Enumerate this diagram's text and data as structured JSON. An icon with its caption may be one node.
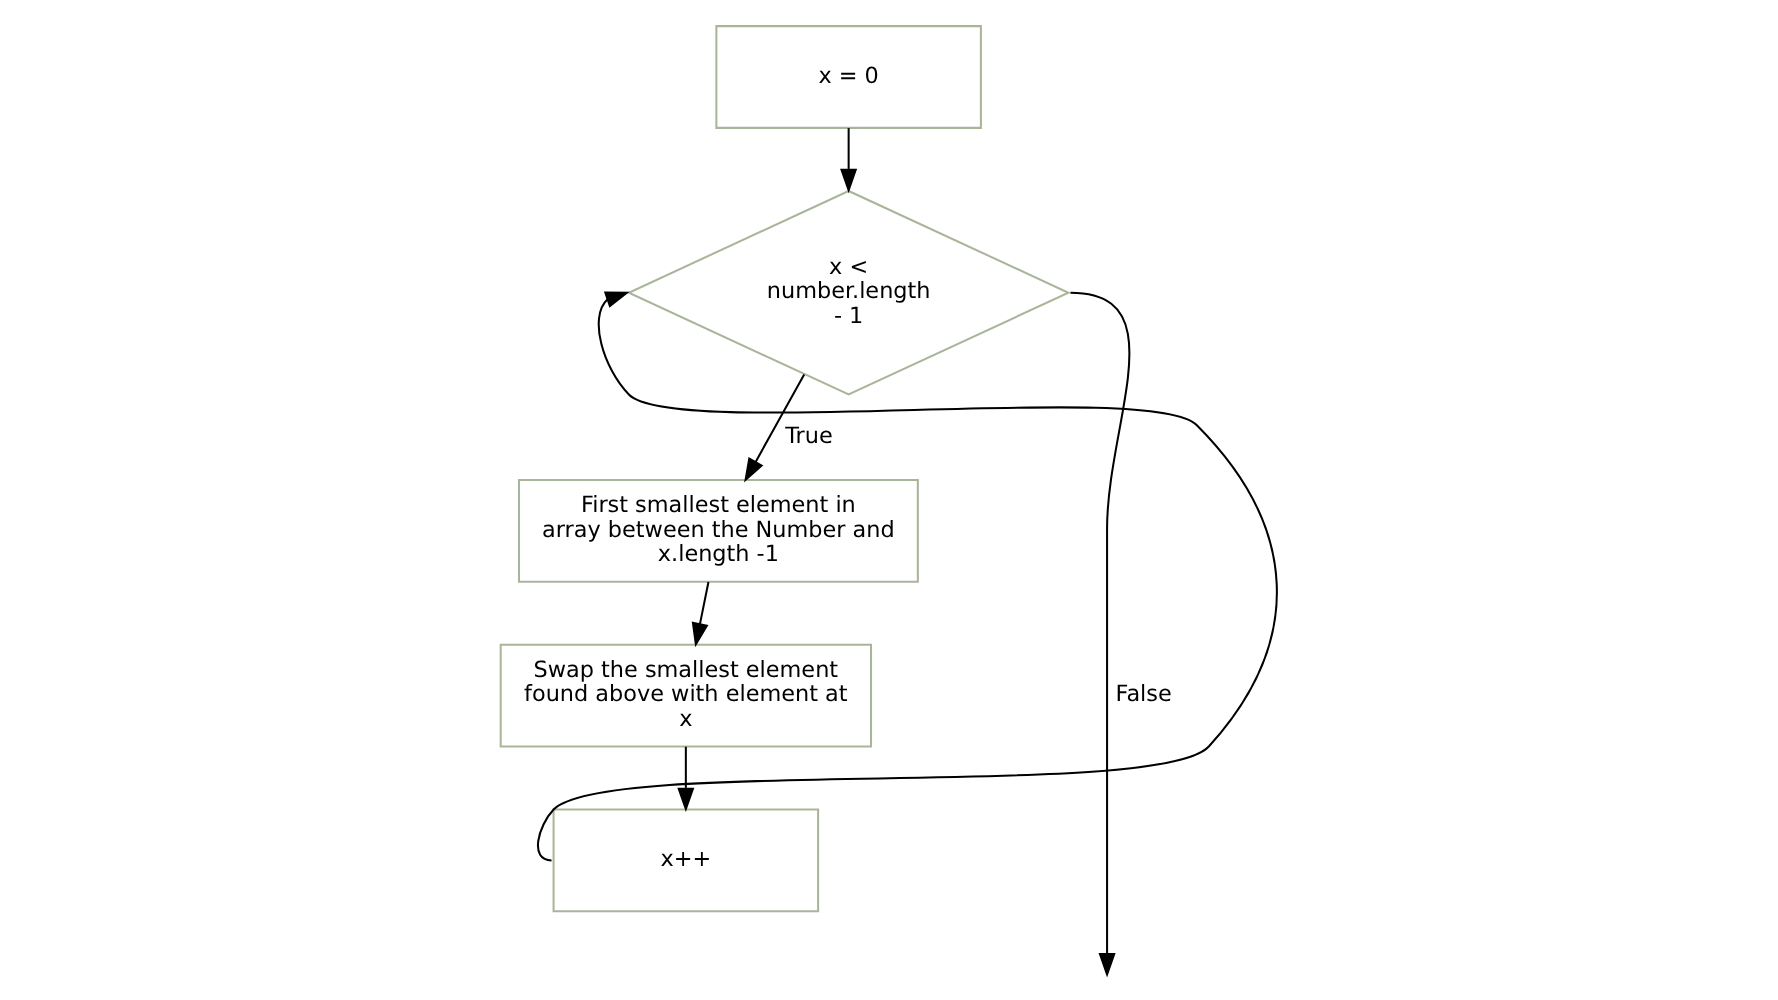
{
  "diagram": {
    "nodes": [
      {
        "text": [
          "x = 0"
        ]
      },
      {
        "text": [
          "x < number.length - 1"
        ]
      },
      {
        "text": [
          "First smallest element in array between the Number and x.length -1"
        ]
      },
      {
        "text": [
          "Swap the smallest element found above with element at x"
        ]
      },
      {
        "text": [
          "x++"
        ]
      }
    ],
    "edges": [
      {
        "from": 0,
        "to": 1,
        "arrow": "to"
      },
      {
        "from": 1,
        "to": 2,
        "arrow": "to",
        "label": "True"
      },
      {
        "from": 2,
        "to": 3,
        "arrow": "to"
      },
      {
        "from": 3,
        "to": 4,
        "arrow": "to"
      },
      {
        "from": 4,
        "to": 1,
        "arrow": "to"
      },
      {
        "from": 1,
        "to": null,
        "arrow": "to",
        "label": "False"
      }
    ]
  }
}
